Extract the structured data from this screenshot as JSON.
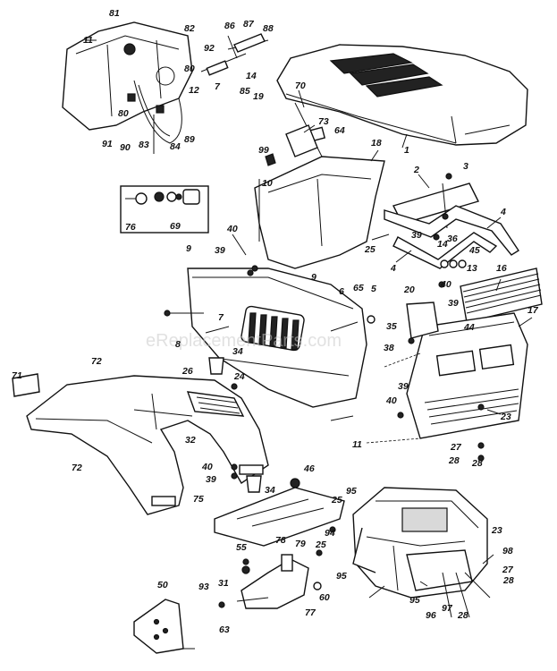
{
  "watermark": "eReplacementParts.com",
  "callouts": {
    "n1": "1",
    "n2": "2",
    "n3": "3",
    "n4a": "4",
    "n4b": "4",
    "n5": "5",
    "n6": "6",
    "n7a": "7",
    "n7b": "7",
    "n8": "8",
    "n9a": "9",
    "n9b": "9",
    "n10": "10",
    "n11a": "11",
    "n11b": "11",
    "n12": "12",
    "n13": "13",
    "n14a": "14",
    "n14b": "14",
    "n16": "16",
    "n17": "17",
    "n18": "18",
    "n19": "19",
    "n20": "20",
    "n23a": "23",
    "n23b": "23",
    "n24": "24",
    "n25a": "25",
    "n25b": "25",
    "n25c": "25",
    "n26": "26",
    "n27a": "27",
    "n27b": "27",
    "n28a": "28",
    "n28b": "28",
    "n28c": "28",
    "n28d": "28",
    "n31": "31",
    "n32": "32",
    "n34a": "34",
    "n34b": "34",
    "n35": "35",
    "n36": "36",
    "n38": "38",
    "n39a": "39",
    "n39b": "39",
    "n39c": "39",
    "n39d": "39",
    "n39e": "39",
    "n40a": "40",
    "n40b": "40",
    "n40c": "40",
    "n40d": "40",
    "n44": "44",
    "n45": "45",
    "n46": "46",
    "n50": "50",
    "n55": "55",
    "n60": "60",
    "n63": "63",
    "n64": "64",
    "n65": "65",
    "n69": "69",
    "n70": "70",
    "n71": "71",
    "n72a": "72",
    "n72b": "72",
    "n73": "73",
    "n75": "75",
    "n76": "76",
    "n77": "77",
    "n78": "78",
    "n79": "79",
    "n80a": "80",
    "n80b": "80",
    "n81": "81",
    "n82": "82",
    "n83": "83",
    "n84": "84",
    "n85": "85",
    "n86": "86",
    "n87": "87",
    "n88": "88",
    "n89": "89",
    "n90": "90",
    "n91": "91",
    "n92": "92",
    "n93": "93",
    "n94": "94",
    "n95a": "95",
    "n95b": "95",
    "n95c": "95",
    "n96": "96",
    "n97": "97",
    "n98": "98",
    "n99": "99"
  }
}
